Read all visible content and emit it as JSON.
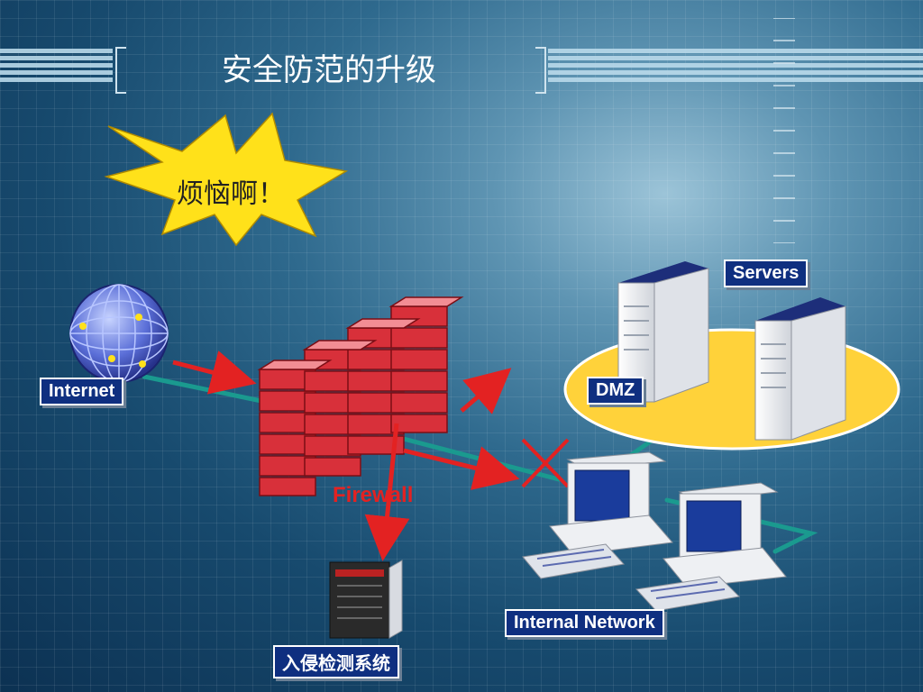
{
  "title": "安全防范的升级",
  "burst": {
    "text": "烦恼啊！"
  },
  "labels": {
    "internet": "Internet",
    "servers": "Servers",
    "dmz": "DMZ",
    "firewall": "Firewall",
    "internal_network": "Internal Network",
    "ids": "入侵检测系统"
  },
  "colors": {
    "arrow": "#e32222",
    "link": "#1a9a8f",
    "burst": "#ffe11a",
    "dmz_zone": "#ffd23a",
    "label_bg": "#0f2f80",
    "brick": "#d8303a"
  },
  "icons": [
    "globe-icon",
    "firewall-icon",
    "server-icon",
    "workstation-icon",
    "ids-server-icon"
  ]
}
